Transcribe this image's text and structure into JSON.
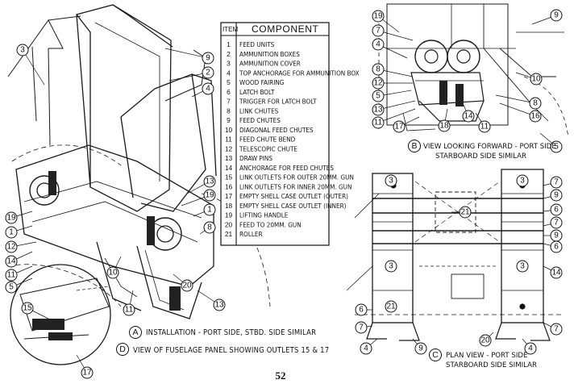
{
  "table": {
    "header_item": "ITEM",
    "header_component": "COMPONENT",
    "rows": [
      {
        "item": "1",
        "component": "FEED UNITS"
      },
      {
        "item": "2",
        "component": "AMMUNITION BOXES"
      },
      {
        "item": "3",
        "component": "AMMUNITION COVER"
      },
      {
        "item": "4",
        "component": "TOP ANCHORAGE FOR AMMUNITION BOX"
      },
      {
        "item": "5",
        "component": "WOOD FAIRING"
      },
      {
        "item": "6",
        "component": "LATCH BOLT"
      },
      {
        "item": "7",
        "component": "TRIGGER FOR LATCH BOLT"
      },
      {
        "item": "8",
        "component": "LINK CHUTES"
      },
      {
        "item": "9",
        "component": "FEED CHUTES"
      },
      {
        "item": "10",
        "component": "DIAGONAL FEED CHUTES"
      },
      {
        "item": "11",
        "component": "FEED CHUTE BEND"
      },
      {
        "item": "12",
        "component": "TELESCOPIC CHUTE"
      },
      {
        "item": "13",
        "component": "DRAW PINS"
      },
      {
        "item": "14",
        "component": "ANCHORAGE FOR FEED CHUTES"
      },
      {
        "item": "15",
        "component": "LINK OUTLETS FOR OUTER 20MM. GUN"
      },
      {
        "item": "16",
        "component": "LINK OUTLETS FOR INNER 20MM. GUN"
      },
      {
        "item": "17",
        "component": "EMPTY SHELL CASE OUTLET (OUTER)"
      },
      {
        "item": "18",
        "component": "EMPTY SHELL CASE OUTLET (INNER)"
      },
      {
        "item": "19",
        "component": "LIFTING HANDLE"
      },
      {
        "item": "20",
        "component": "FEED TO 20MM. GUN"
      },
      {
        "item": "21",
        "component": "ROLLER"
      }
    ]
  },
  "views": {
    "A": {
      "letter": "A",
      "caption": "INSTALLATION - PORT SIDE, STBD. SIDE SIMILAR"
    },
    "B": {
      "letter": "B",
      "caption_line1": "VIEW LOOKING FORWARD - PORT SIDE",
      "caption_line2": "STARBOARD SIDE SIMILAR"
    },
    "C": {
      "letter": "C",
      "caption_line1": "PLAN VIEW - PORT SIDE",
      "caption_line2": "STARBOARD SIDE SIMILAR"
    },
    "D": {
      "letter": "D",
      "caption": "VIEW OF FUSELAGE PANEL SHOWING OUTLETS 15 & 17"
    }
  },
  "page_number": "52",
  "callouts_a": [
    "3",
    "9",
    "2",
    "4",
    "13",
    "19",
    "1",
    "8",
    "19",
    "1",
    "12",
    "14",
    "11",
    "5",
    "10",
    "20",
    "11",
    "13",
    "15",
    "17"
  ],
  "callouts_b": [
    "19",
    "7",
    "4",
    "8",
    "12",
    "5",
    "13",
    "11",
    "17",
    "18",
    "14",
    "11",
    "9",
    "10",
    "8",
    "16",
    "5"
  ],
  "callouts_c": [
    "3",
    "3",
    "7",
    "9",
    "21",
    "6",
    "7",
    "9",
    "6",
    "3",
    "3",
    "21",
    "6",
    "7",
    "4",
    "9",
    "20",
    "14",
    "4",
    "7"
  ]
}
